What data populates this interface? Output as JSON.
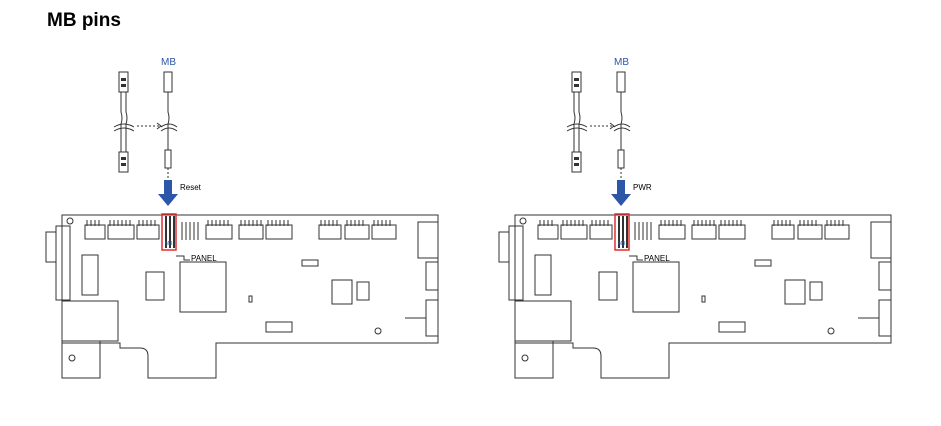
{
  "title": "MB pins",
  "diagrams": [
    {
      "mb_label": "MB",
      "pin_label": "Reset",
      "panel_label": "PANEL",
      "header_mark": "MB"
    },
    {
      "mb_label": "MB",
      "pin_label": "PWR",
      "panel_label": "PANEL",
      "header_mark": "MB"
    }
  ],
  "colors": {
    "arrow": "#2c56a7",
    "highlight": "#e03030",
    "mb_text": "#2c56a7",
    "line": "#333333"
  }
}
